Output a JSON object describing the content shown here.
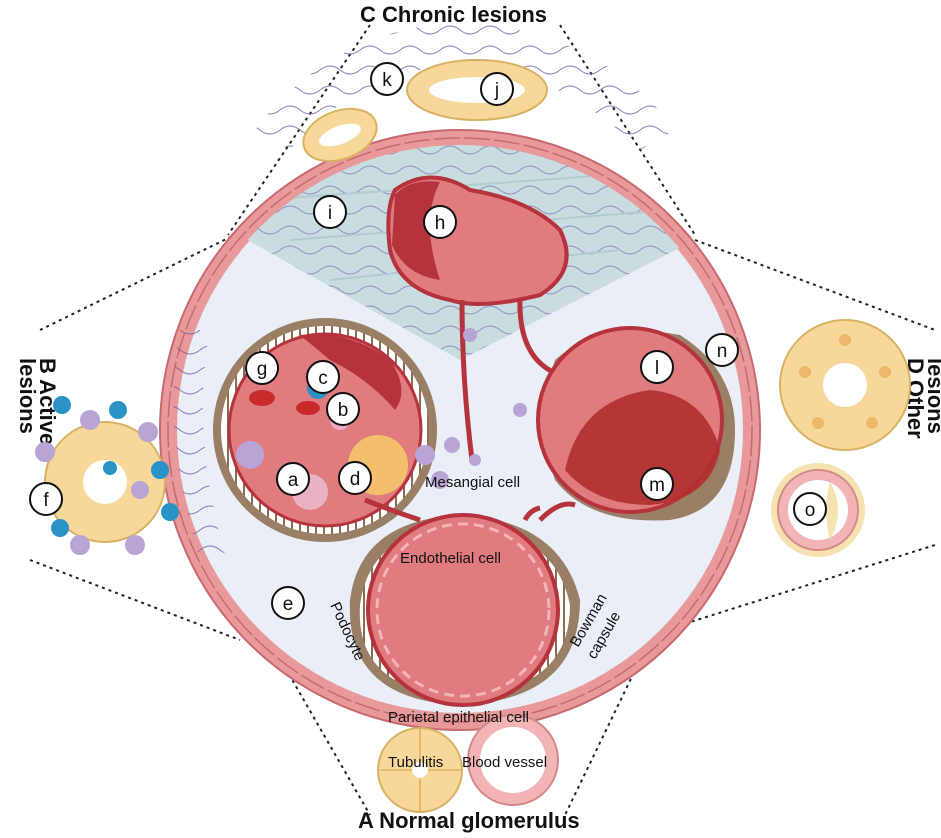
{
  "sections": {
    "a": "A  Normal glomerulus",
    "b1": "B  Active",
    "b2": "lesions",
    "c": "C  Chronic lesions",
    "d1": "D   Other",
    "d2": "lesions"
  },
  "structures": {
    "mesangial": "Mesangial cell",
    "endothelial": "Endothelial cell",
    "podocyte": "Podocyte",
    "bowman1": "Bowman",
    "bowman2": "capsule",
    "parietal": "Parietal epithelial cell",
    "tubulitis": "Tubulitis",
    "vessel": "Blood vessel"
  },
  "markers": [
    "a",
    "b",
    "c",
    "d",
    "e",
    "f",
    "g",
    "h",
    "i",
    "j",
    "k",
    "l",
    "m",
    "n",
    "o"
  ],
  "colors": {
    "capsule": "#e89a9a",
    "capillary": "#e07b7f",
    "dark_red": "#b5333d",
    "space": "#e9eef7",
    "fibrosis": "#c9dce0",
    "tubule": "#f7d89a",
    "neutrophil": "#2a93c6",
    "lymphocyte": "#b9a4d6",
    "brown": "#8c6b4e"
  }
}
